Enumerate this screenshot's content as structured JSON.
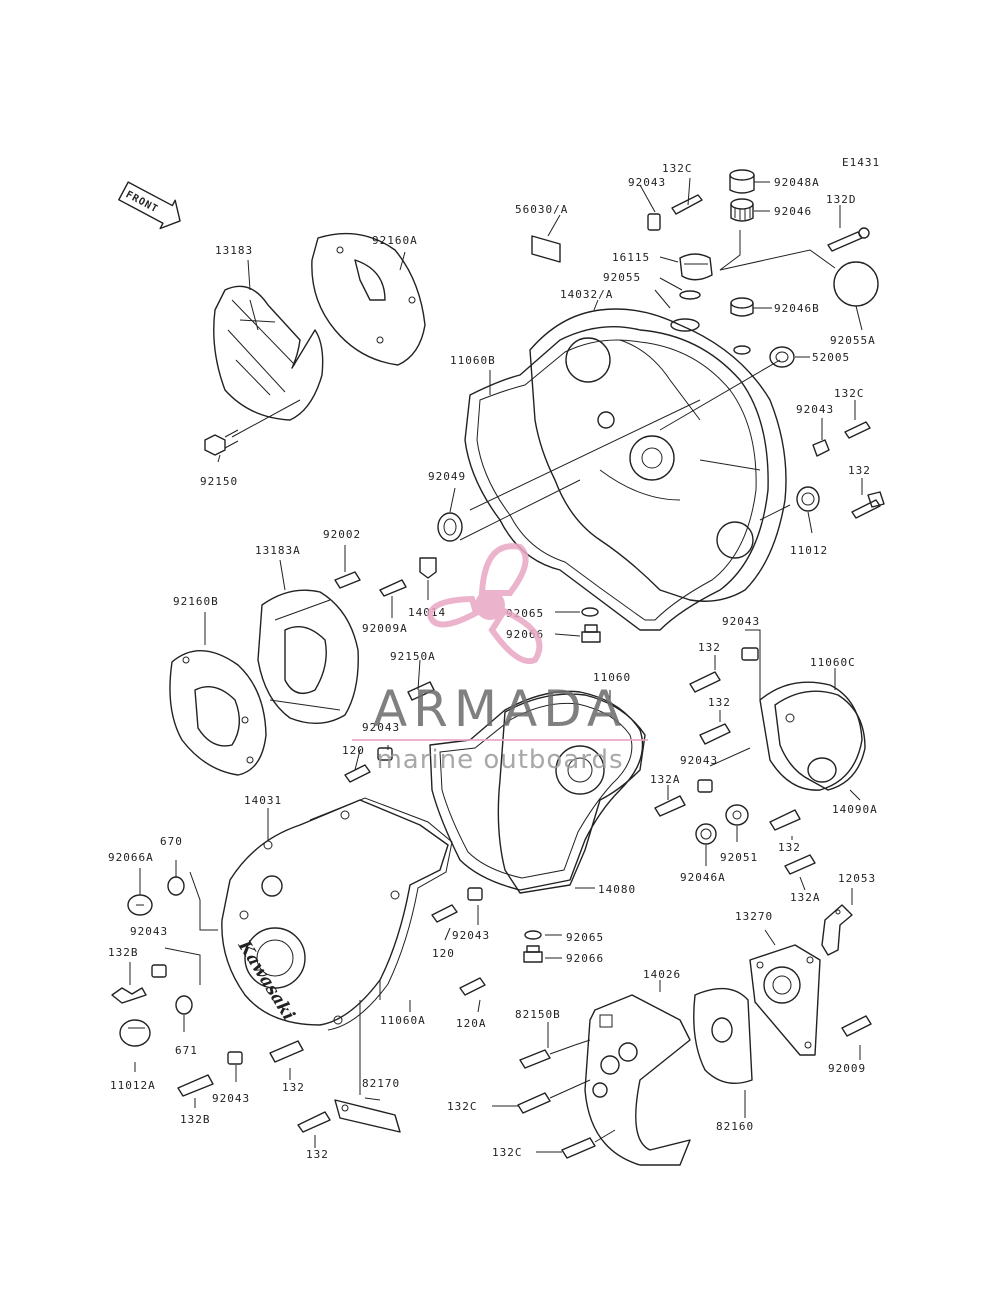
{
  "diagram": {
    "ref_code": "E1431",
    "front_label": "FRONT",
    "cover_brand": "Kawasaki"
  },
  "watermark": {
    "title": "ARMADA",
    "subtitle": "marine outboards",
    "color": "#e9a7c4"
  },
  "labels": {
    "l_132c_top": "132C",
    "l_92043_top": "92043",
    "l_92048a": "92048A",
    "l_92046": "92046",
    "l_132d": "132D",
    "l_56030a": "56030/A",
    "l_16115": "16115",
    "l_92055": "92055",
    "l_92046b": "92046B",
    "l_92055a": "92055A",
    "l_52005": "52005",
    "l_14032a": "14032/A",
    "l_11060b": "11060B",
    "l_13183": "13183",
    "l_92160a": "92160A",
    "l_92150": "92150",
    "l_92049": "92049",
    "l_132c_mid": "132C",
    "l_92043_mid": "92043",
    "l_132_r1": "132",
    "l_11012": "11012",
    "l_92002": "92002",
    "l_13183a": "13183A",
    "l_92160b": "92160B",
    "l_92009a": "92009A",
    "l_14014": "14014",
    "l_92065_top": "92065",
    "l_92066_top": "92066",
    "l_92043_r2": "92043",
    "l_132_r2": "132",
    "l_11060c": "11060C",
    "l_92150a": "92150A",
    "l_11060": "11060",
    "l_132_r3": "132",
    "l_92043_l3": "92043",
    "l_120_top": "120",
    "l_92043_r3": "92043",
    "l_132a_r": "132A",
    "l_14090a": "14090A",
    "l_14031": "14031",
    "l_670": "670",
    "l_92066a": "92066A",
    "l_92051": "92051",
    "l_132_r4": "132",
    "l_92046a": "92046A",
    "l_132a_r2": "132A",
    "l_12053": "12053",
    "l_14080": "14080",
    "l_92043_l4": "92043",
    "l_132b_top": "132B",
    "l_92043_c": "92043",
    "l_120_mid": "120",
    "l_92065_bot": "92065",
    "l_92066_bot": "92066",
    "l_13270": "13270",
    "l_14026": "14026",
    "l_11060a": "11060A",
    "l_120a": "120A",
    "l_82150b": "82150B",
    "l_671": "671",
    "l_11012a": "11012A",
    "l_132_bot1": "132",
    "l_92043_bot": "92043",
    "l_132b_bot": "132B",
    "l_82170": "82170",
    "l_132c_b1": "132C",
    "l_82160": "82160",
    "l_92009": "92009",
    "l_132_bot2": "132",
    "l_132c_b2": "132C"
  },
  "icons": {
    "front_arrow": "front-arrow-icon",
    "watermark_logo": "propeller-logo-icon"
  }
}
